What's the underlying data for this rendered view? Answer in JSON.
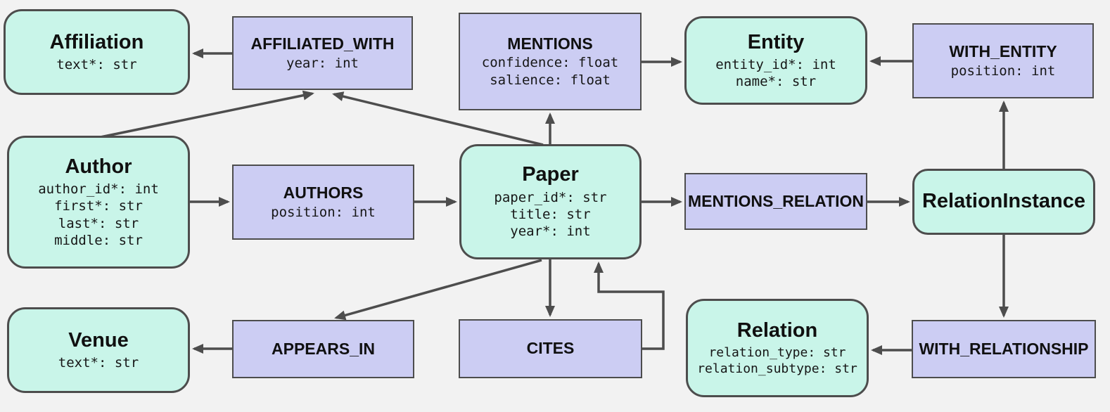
{
  "diagram": {
    "kind": "graph-schema-entity-relationship-diagram",
    "colors": {
      "background": "#f2f2f2",
      "node_fill": "#c9f5e9",
      "relationship_fill": "#cccdf3",
      "border": "#4d4d4d",
      "arrow": "#4d4d4d"
    },
    "nodes": [
      {
        "id": "affiliation",
        "title": "Affiliation",
        "attrs": [
          "text*: str"
        ]
      },
      {
        "id": "author",
        "title": "Author",
        "attrs": [
          "author_id*: int",
          "first*: str",
          "last*: str",
          "middle: str"
        ]
      },
      {
        "id": "venue",
        "title": "Venue",
        "attrs": [
          "text*: str"
        ]
      },
      {
        "id": "paper",
        "title": "Paper",
        "attrs": [
          "paper_id*: str",
          "title: str",
          "year*: int"
        ]
      },
      {
        "id": "entity",
        "title": "Entity",
        "attrs": [
          "entity_id*: int",
          "name*: str"
        ]
      },
      {
        "id": "relation_instance",
        "title": "RelationInstance",
        "attrs": []
      },
      {
        "id": "relation",
        "title": "Relation",
        "attrs": [
          "relation_type: str",
          "relation_subtype: str"
        ]
      }
    ],
    "relationships": [
      {
        "id": "affiliated_with",
        "title": "AFFILIATED_WITH",
        "attrs": [
          "year: int"
        ]
      },
      {
        "id": "mentions",
        "title": "MENTIONS",
        "attrs": [
          "confidence: float",
          "salience: float"
        ]
      },
      {
        "id": "with_entity",
        "title": "WITH_ENTITY",
        "attrs": [
          "position: int"
        ]
      },
      {
        "id": "authors",
        "title": "AUTHORS",
        "attrs": [
          "position: int"
        ]
      },
      {
        "id": "mentions_relation",
        "title": "MENTIONS_RELATION",
        "attrs": []
      },
      {
        "id": "appears_in",
        "title": "APPEARS_IN",
        "attrs": []
      },
      {
        "id": "cites",
        "title": "CITES",
        "attrs": []
      },
      {
        "id": "with_relationship",
        "title": "WITH_RELATIONSHIP",
        "attrs": []
      }
    ],
    "edges": [
      {
        "from": "AFFILIATED_WITH",
        "to": "Affiliation"
      },
      {
        "from": "Author",
        "to": "AFFILIATED_WITH"
      },
      {
        "from": "Paper",
        "to": "AFFILIATED_WITH"
      },
      {
        "from": "Paper",
        "to": "MENTIONS"
      },
      {
        "from": "MENTIONS",
        "to": "Entity"
      },
      {
        "from": "WITH_ENTITY",
        "to": "Entity"
      },
      {
        "from": "RelationInstance",
        "to": "WITH_ENTITY"
      },
      {
        "from": "Author",
        "to": "AUTHORS"
      },
      {
        "from": "AUTHORS",
        "to": "Paper"
      },
      {
        "from": "Paper",
        "to": "MENTIONS_RELATION"
      },
      {
        "from": "MENTIONS_RELATION",
        "to": "RelationInstance"
      },
      {
        "from": "Paper",
        "to": "APPEARS_IN"
      },
      {
        "from": "APPEARS_IN",
        "to": "Venue"
      },
      {
        "from": "Paper",
        "to": "CITES"
      },
      {
        "from": "CITES",
        "to": "Paper"
      },
      {
        "from": "RelationInstance",
        "to": "WITH_RELATIONSHIP"
      },
      {
        "from": "WITH_RELATIONSHIP",
        "to": "Relation"
      }
    ]
  }
}
